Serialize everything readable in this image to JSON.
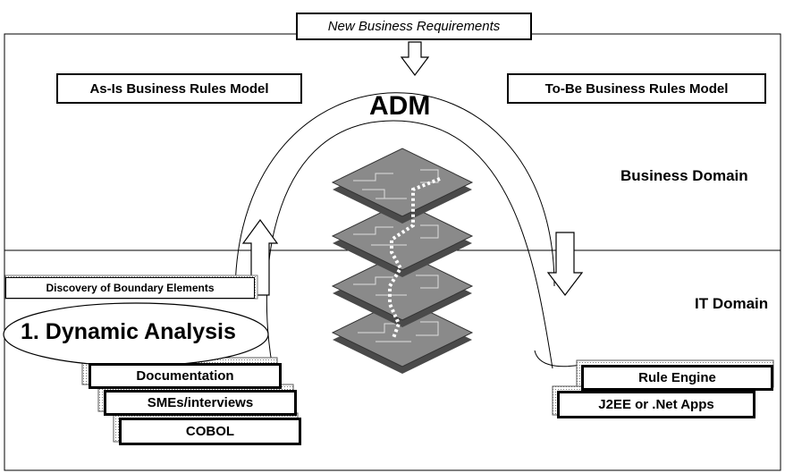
{
  "top_banner": "New Business Requirements",
  "as_is_label": "As-Is Business Rules Model",
  "to_be_label": "To-Be Business Rules Model",
  "center_title": "ADM",
  "business_domain": "Business Domain",
  "it_domain": "IT Domain",
  "discovery_label": "Discovery of Boundary Elements",
  "dynamic_analysis": "1. Dynamic Analysis",
  "sources": [
    "Documentation",
    "SMEs/interviews",
    "COBOL"
  ],
  "targets": [
    "Rule Engine",
    "J2EE or .Net Apps"
  ]
}
